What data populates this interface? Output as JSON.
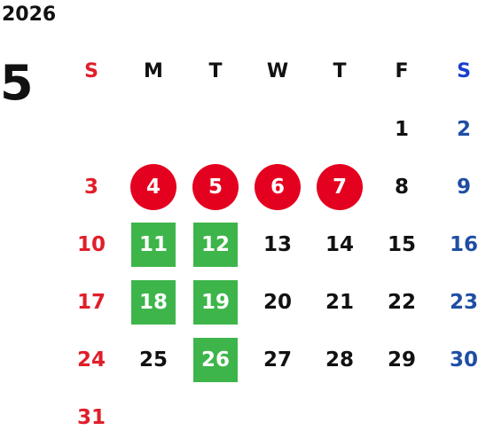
{
  "calendar": {
    "year": "2026",
    "month": "5",
    "weekdays": [
      "S",
      "M",
      "T",
      "W",
      "T",
      "F",
      "S"
    ],
    "colors": {
      "sunday": "#e01e2a",
      "saturday": "#1f4ea3",
      "holiday_circle": "#e4001f",
      "green_square": "#3db54a"
    },
    "weeks": [
      [
        {
          "day": "",
          "mark": ""
        },
        {
          "day": "",
          "mark": ""
        },
        {
          "day": "",
          "mark": ""
        },
        {
          "day": "",
          "mark": ""
        },
        {
          "day": "",
          "mark": ""
        },
        {
          "day": "1",
          "mark": ""
        },
        {
          "day": "2",
          "mark": ""
        }
      ],
      [
        {
          "day": "3",
          "mark": ""
        },
        {
          "day": "4",
          "mark": "holiday"
        },
        {
          "day": "5",
          "mark": "holiday"
        },
        {
          "day": "6",
          "mark": "holiday"
        },
        {
          "day": "7",
          "mark": "holiday"
        },
        {
          "day": "8",
          "mark": ""
        },
        {
          "day": "9",
          "mark": ""
        }
      ],
      [
        {
          "day": "10",
          "mark": ""
        },
        {
          "day": "11",
          "mark": "closed"
        },
        {
          "day": "12",
          "mark": "closed"
        },
        {
          "day": "13",
          "mark": ""
        },
        {
          "day": "14",
          "mark": ""
        },
        {
          "day": "15",
          "mark": ""
        },
        {
          "day": "16",
          "mark": ""
        }
      ],
      [
        {
          "day": "17",
          "mark": ""
        },
        {
          "day": "18",
          "mark": "closed"
        },
        {
          "day": "19",
          "mark": "closed"
        },
        {
          "day": "20",
          "mark": ""
        },
        {
          "day": "21",
          "mark": ""
        },
        {
          "day": "22",
          "mark": ""
        },
        {
          "day": "23",
          "mark": ""
        }
      ],
      [
        {
          "day": "24",
          "mark": ""
        },
        {
          "day": "25",
          "mark": ""
        },
        {
          "day": "26",
          "mark": "closed"
        },
        {
          "day": "27",
          "mark": ""
        },
        {
          "day": "28",
          "mark": ""
        },
        {
          "day": "29",
          "mark": ""
        },
        {
          "day": "30",
          "mark": ""
        }
      ],
      [
        {
          "day": "31",
          "mark": ""
        },
        {
          "day": "",
          "mark": ""
        },
        {
          "day": "",
          "mark": ""
        },
        {
          "day": "",
          "mark": ""
        },
        {
          "day": "",
          "mark": ""
        },
        {
          "day": "",
          "mark": ""
        },
        {
          "day": "",
          "mark": ""
        }
      ]
    ]
  }
}
